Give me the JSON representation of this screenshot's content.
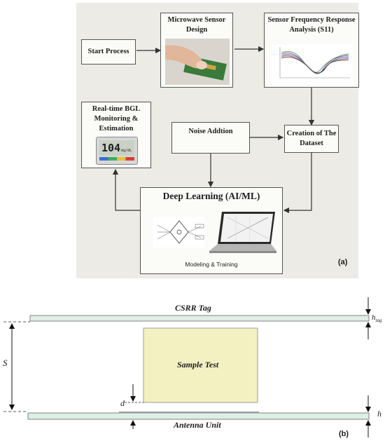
{
  "panel_a": {
    "start": "Start Process",
    "sensor_design": "Microwave Sensor Design",
    "freq_response": "Sensor Frequency Response Analysis (S11)",
    "bgl": "Real-time BGL Monitoring & Estimation",
    "noise": "Noise Addtion",
    "dataset": "Creation of The Dataset",
    "deep_learning": "Deep Learning (AI/ML)",
    "modeling": "Modeling & Training",
    "meter_reading": "104",
    "meter_unit": "mg/dL",
    "label": "(a)"
  },
  "panel_b": {
    "csrr_tag": "CSRR Tag",
    "sample_test": "Sample Test",
    "antenna_unit": "Antenna Unit",
    "sym_s": "S",
    "sym_d": "d",
    "sym_h_tag": "h",
    "sym_h_tag_sub": "tag",
    "sym_h": "h",
    "label": "(b)"
  },
  "colors": {
    "panel_bg": "#ecebe6",
    "board": "#dfeee6",
    "sample": "#f3f0c2",
    "pcb_green": "#3a7a3a"
  }
}
